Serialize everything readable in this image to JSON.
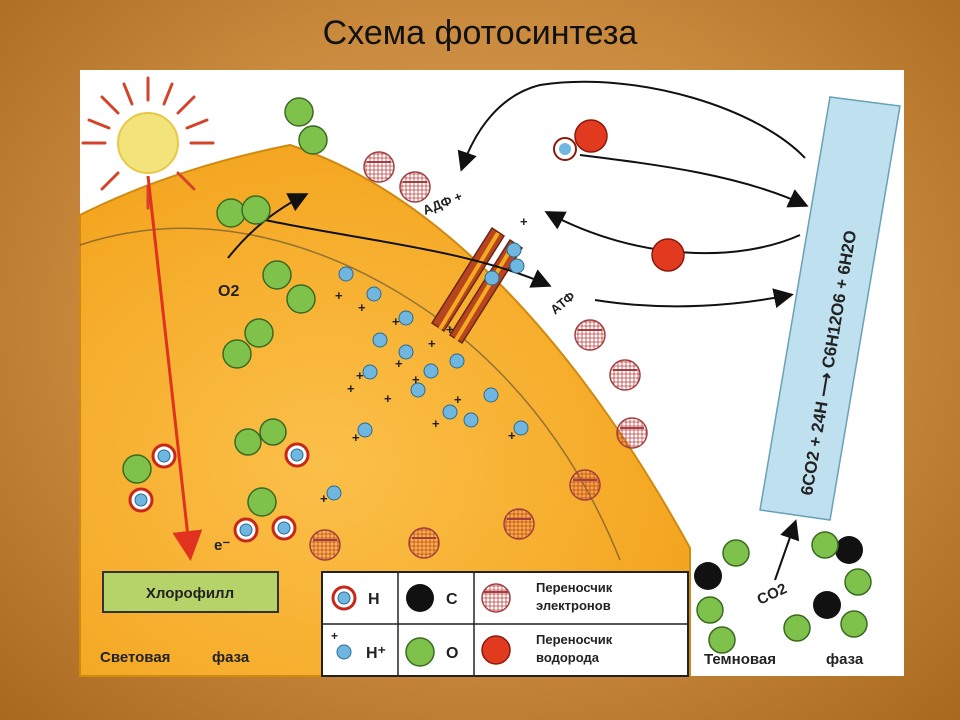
{
  "title": "Схема фотосинтеза",
  "labels": {
    "adp": "АДФ +",
    "atp": "АТФ",
    "o2": "O2",
    "electron": "e⁻",
    "chlorophyll": "Хлорофилл",
    "light_phase_1": "Световая",
    "light_phase_2": "фаза",
    "dark_phase_1": "Темновая",
    "dark_phase_2": "фаза",
    "co2": "CO2",
    "equation": "6CO2 + 24H ⟶ C6H12O6 + 6H2O",
    "plus": "+",
    "minus": "−"
  },
  "legend": {
    "h": "Н",
    "h_plus": "Н⁺",
    "c": "С",
    "o": "О",
    "electron_carrier_1": "Переносчик",
    "electron_carrier_2": "электронов",
    "hydrogen_carrier_1": "Переносчик",
    "hydrogen_carrier_2": "водорода"
  },
  "colors": {
    "chloroplast": "#f5ab1f",
    "oxygen": "#7fc24b",
    "hydrogen_ion": "#6fb7e0",
    "carbon": "#111111",
    "hydrogen_carrier": "#e23a1f",
    "light_ray": "#e0321e",
    "sun": "#f2e37a",
    "equation_bar": "#bfe0ee"
  }
}
